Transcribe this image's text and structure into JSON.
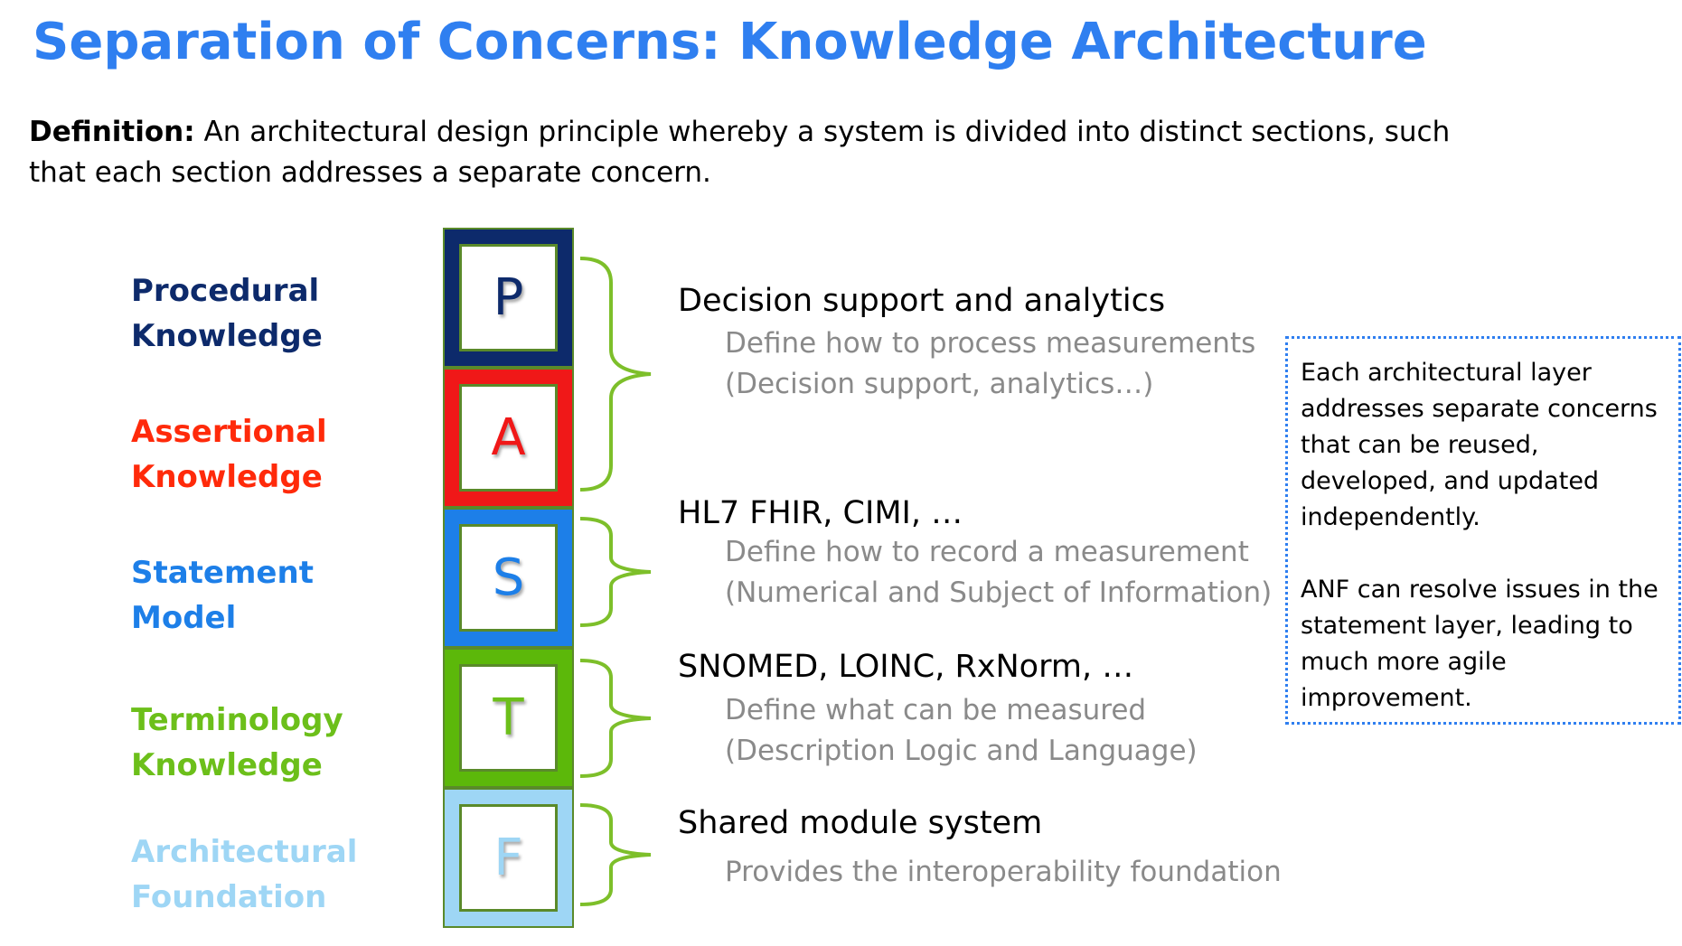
{
  "title": "Separation of Concerns: Knowledge Architecture",
  "definition": {
    "label": "Definition:",
    "text": " An architectural design principle whereby a system is divided into distinct sections, such that each section addresses a separate concern."
  },
  "layers": [
    {
      "letter": "P",
      "label_line1": "Procedural",
      "label_line2": "Knowledge",
      "color": "#0d2a6b",
      "block_color": "#0d2a6b",
      "letter_color": "#0d2a6b"
    },
    {
      "letter": "A",
      "label_line1": "Assertional",
      "label_line2": "Knowledge",
      "color": "#ff2a0a",
      "block_color": "#f01818",
      "letter_color": "#f01818"
    },
    {
      "letter": "S",
      "label_line1": "Statement",
      "label_line2": "Model",
      "color": "#1d7fe8",
      "block_color": "#1d7fe8",
      "letter_color": "#1d7fe8"
    },
    {
      "letter": "T",
      "label_line1": "Terminology",
      "label_line2": "Knowledge",
      "color": "#6cbf1a",
      "block_color": "#5cb80a",
      "letter_color": "#6cbf1a"
    },
    {
      "letter": "F",
      "label_line1": "Architectural",
      "label_line2": "Foundation",
      "color": "#9ed6f5",
      "block_color": "#9ed6f5",
      "letter_color": "#9ed6f5"
    }
  ],
  "descriptions": [
    {
      "heading": "Decision support and analytics",
      "line1": "Define how to process measurements",
      "line2": "(Decision support, analytics…)"
    },
    {
      "heading": "HL7 FHIR, CIMI, …",
      "line1": "Define how to record a measurement",
      "line2": "(Numerical and Subject of Information)"
    },
    {
      "heading": "SNOMED, LOINC, RxNorm, …",
      "line1": "Define what can be measured",
      "line2": "(Description Logic and Language)"
    },
    {
      "heading": "Shared module system",
      "line1": "Provides the interoperability foundation",
      "line2": ""
    }
  ],
  "note": {
    "paragraph1": "Each architectural layer addresses separate concerns that can be reused, developed, and updated independently.",
    "paragraph2": "ANF can resolve issues in the statement layer, leading to much more agile improvement."
  },
  "colors": {
    "title": "#2f7ff0",
    "brace": "#7dbf2a",
    "note_border": "#2f7ff0",
    "sub_text": "#8a8a8a"
  }
}
